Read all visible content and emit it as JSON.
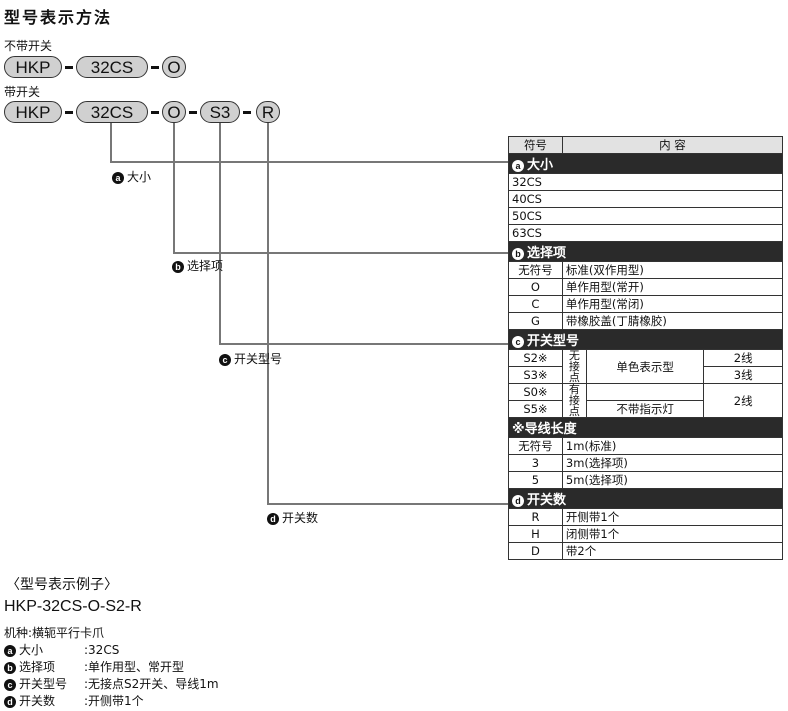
{
  "title": "型号表示方法",
  "without_switch_label": "不带开关",
  "with_switch_label": "带开关",
  "code_row1": [
    "HKP",
    "32CS",
    "O"
  ],
  "code_row2": [
    "HKP",
    "32CS",
    "O",
    "S3",
    "R"
  ],
  "categories": {
    "a": {
      "badge": "a",
      "label": "大小"
    },
    "b": {
      "badge": "b",
      "label": "选择项"
    },
    "c": {
      "badge": "c",
      "label": "开关型号"
    },
    "d": {
      "badge": "d",
      "label": "开关数"
    }
  },
  "table": {
    "col_symbol": "符号",
    "col_content": "内 容",
    "size_section": "大小",
    "sizes": [
      "32CS",
      "40CS",
      "50CS",
      "63CS"
    ],
    "option_section": "选择项",
    "options": [
      {
        "sym": "无符号",
        "desc": "标准(双作用型)"
      },
      {
        "sym": "O",
        "desc": "单作用型(常开)"
      },
      {
        "sym": "C",
        "desc": "单作用型(常闭)"
      },
      {
        "sym": "G",
        "desc": "带橡胶盖(丁腈橡胶)"
      }
    ],
    "switch_section": "开关型号",
    "switches": [
      "S2※",
      "S3※",
      "S0※",
      "S5※"
    ],
    "no_contact": "无接点",
    "with_contact": "有接点",
    "single_color": "单色表示型",
    "no_indicator": "不带指示灯",
    "wire2a": "2线",
    "wire3": "3线",
    "wire2b": "2线",
    "lead_section": "※导线长度",
    "leads": [
      {
        "sym": "无符号",
        "desc": "1m(标准)"
      },
      {
        "sym": "3",
        "desc": "3m(选择项)"
      },
      {
        "sym": "5",
        "desc": "5m(选择项)"
      }
    ],
    "count_section": "开关数",
    "counts": [
      {
        "sym": "R",
        "desc": "开侧带1个"
      },
      {
        "sym": "H",
        "desc": "闭侧带1个"
      },
      {
        "sym": "D",
        "desc": "带2个"
      }
    ]
  },
  "example": {
    "heading": "〈型号表示例子〉",
    "code": "HKP-32CS-O-S2-R",
    "model": "机种:横轭平行卡爪",
    "rows": [
      {
        "badge": "a",
        "label": "大小",
        "value": ":32CS"
      },
      {
        "badge": "b",
        "label": "选择项",
        "value": ":单作用型、常开型"
      },
      {
        "badge": "c",
        "label": "开关型号",
        "value": ":无接点S2开关、导线1m"
      },
      {
        "badge": "d",
        "label": "开关数",
        "value": ":开侧带1个"
      }
    ]
  }
}
